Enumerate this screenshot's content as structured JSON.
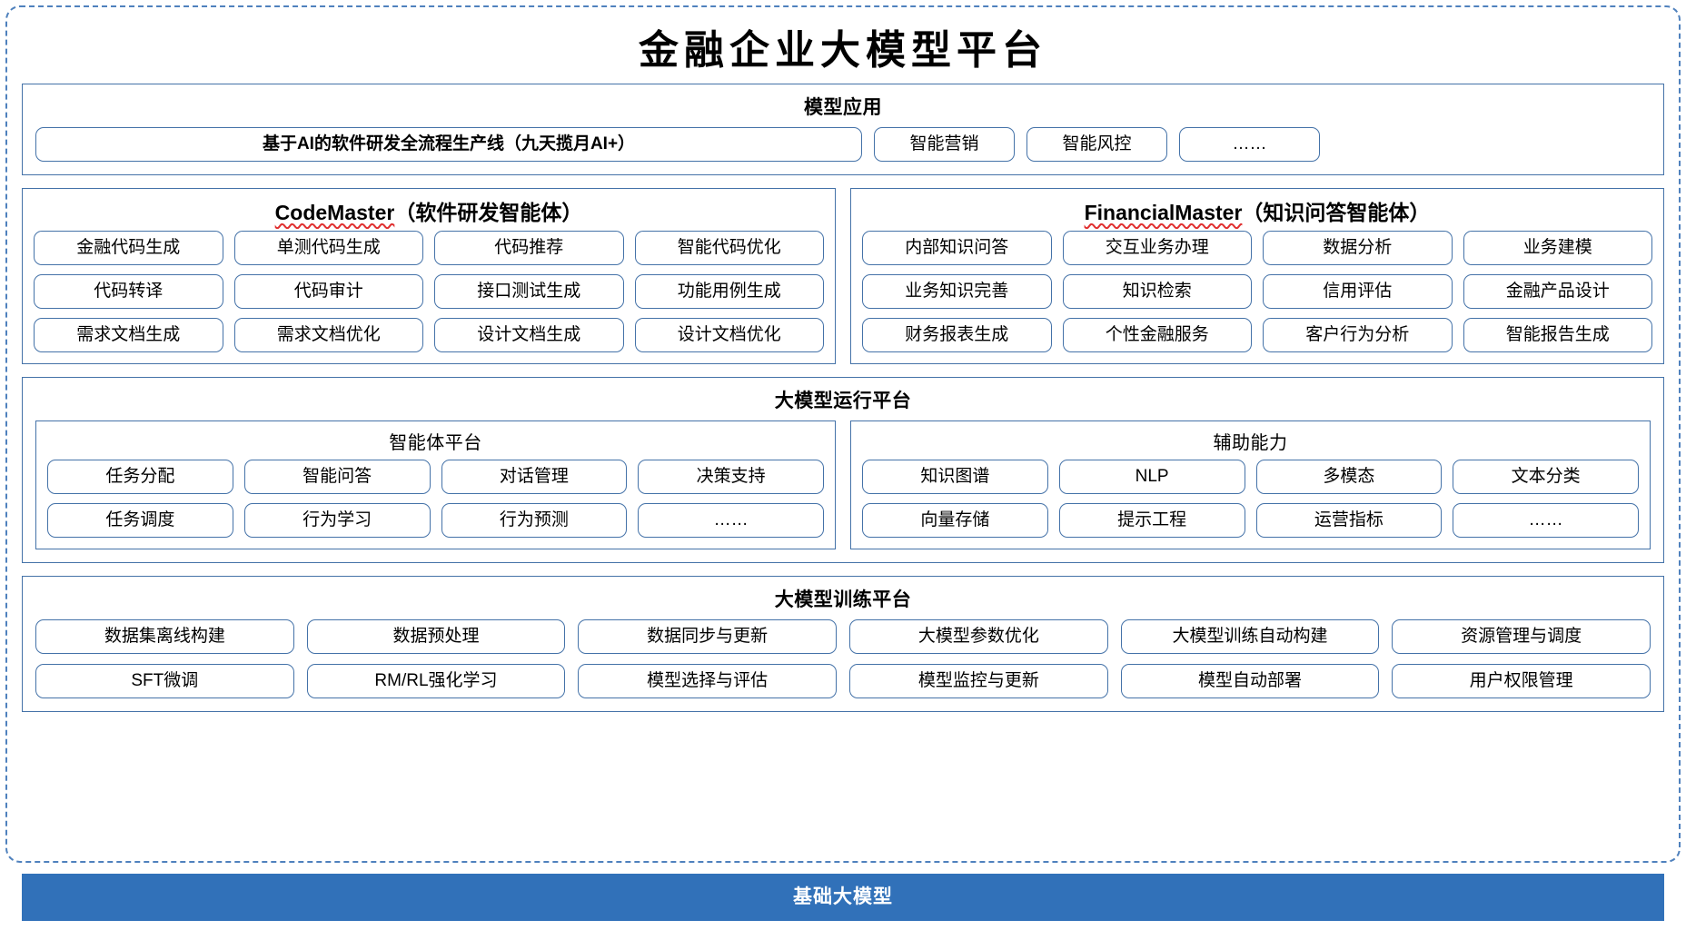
{
  "title": "金融企业大模型平台",
  "colors": {
    "border_blue": "#4472a8",
    "dashed_blue": "#4f81bd",
    "footer_blue": "#3171b9",
    "spellcheck_red": "#e03030"
  },
  "model_application": {
    "heading": "模型应用",
    "items": [
      "基于AI的软件研发全流程生产线（九天揽月AI+）",
      "智能营销",
      "智能风控",
      "……"
    ]
  },
  "agents": [
    {
      "name_en": "CodeMaster",
      "name_cn": "（软件研发智能体）",
      "items": [
        "金融代码生成",
        "单测代码生成",
        "代码推荐",
        "智能代码优化",
        "代码转译",
        "代码审计",
        "接口测试生成",
        "功能用例生成",
        "需求文档生成",
        "需求文档优化",
        "设计文档生成",
        "设计文档优化"
      ]
    },
    {
      "name_en": "FinancialMaster",
      "name_cn": "（知识问答智能体）",
      "items": [
        "内部知识问答",
        "交互业务办理",
        "数据分析",
        "业务建模",
        "业务知识完善",
        "知识检索",
        "信用评估",
        "金融产品设计",
        "财务报表生成",
        "个性金融服务",
        "客户行为分析",
        "智能报告生成"
      ]
    }
  ],
  "runtime_platform": {
    "heading": "大模型运行平台",
    "sub_panels": [
      {
        "heading": "智能体平台",
        "items": [
          "任务分配",
          "智能问答",
          "对话管理",
          "决策支持",
          "任务调度",
          "行为学习",
          "行为预测",
          "……"
        ]
      },
      {
        "heading": "辅助能力",
        "items": [
          "知识图谱",
          "NLP",
          "多模态",
          "文本分类",
          "向量存储",
          "提示工程",
          "运营指标",
          "……"
        ]
      }
    ]
  },
  "training_platform": {
    "heading": "大模型训练平台",
    "items": [
      "数据集离线构建",
      "数据预处理",
      "数据同步与更新",
      "大模型参数优化",
      "大模型训练自动构建",
      "资源管理与调度",
      "SFT微调",
      "RM/RL强化学习",
      "模型选择与评估",
      "模型监控与更新",
      "模型自动部署",
      "用户权限管理"
    ]
  },
  "footer": {
    "label": "基础大模型"
  }
}
